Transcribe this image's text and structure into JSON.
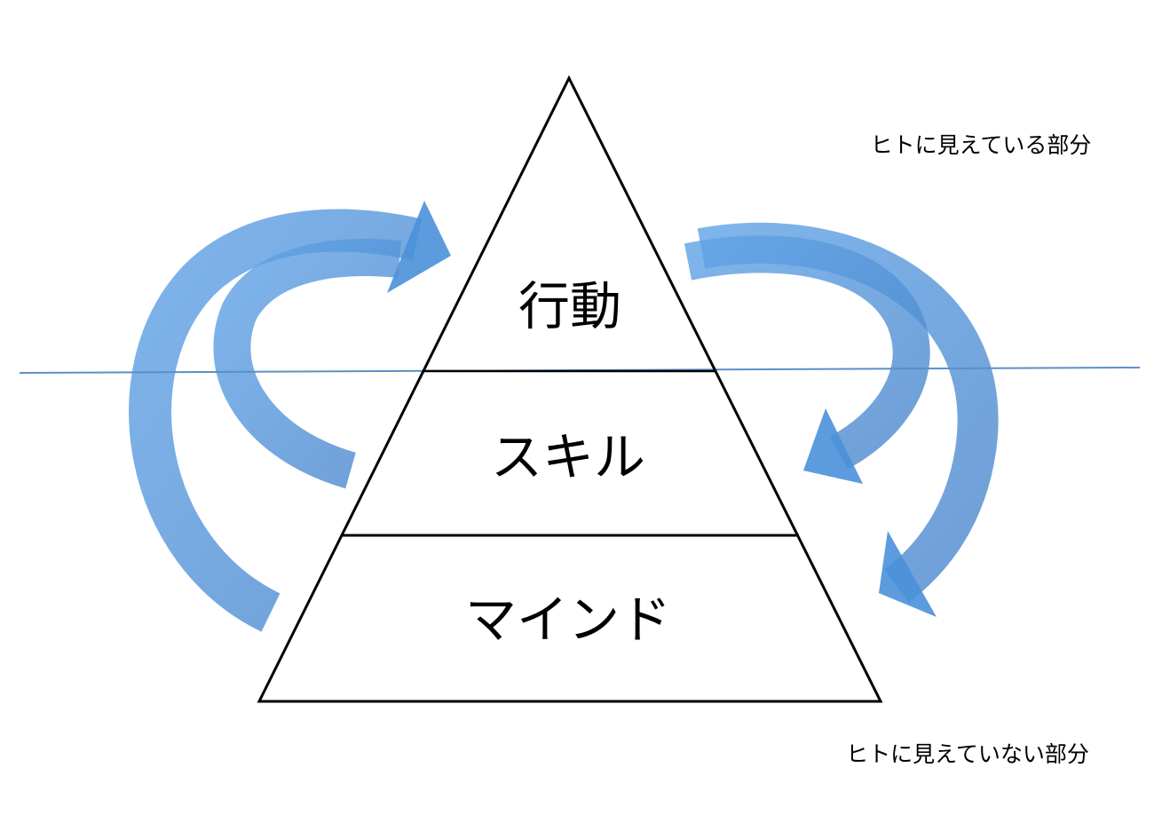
{
  "layers": [
    {
      "label": "行動"
    },
    {
      "label": "スキル"
    },
    {
      "label": "マインド"
    }
  ],
  "annotations": {
    "visible": "ヒトに見えている部分",
    "invisible": "ヒトに見えていない部分"
  },
  "colors": {
    "arrow": "#4a8fd8",
    "waterline": "#5b8fc7",
    "outline": "#000000"
  }
}
